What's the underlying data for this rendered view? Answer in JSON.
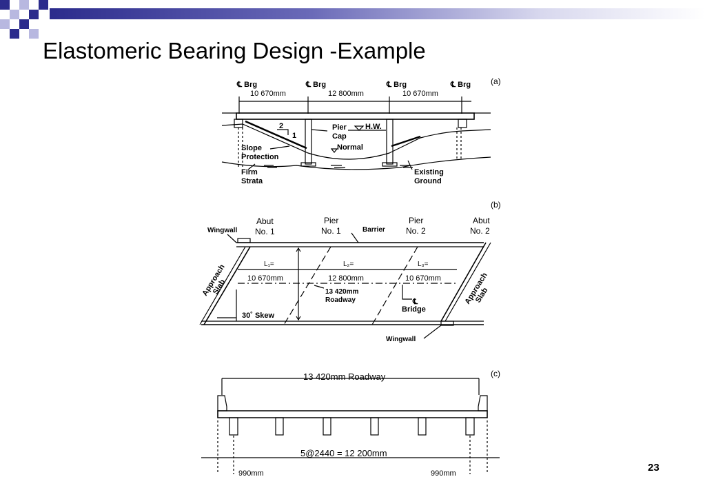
{
  "slide": {
    "title": "Elastomeric Bearing Design -Example",
    "page_number": "23",
    "colors": {
      "accent_dark": "#2b2b8c",
      "accent_light": "#b8b8e0"
    }
  },
  "figure_a": {
    "panel_label": "(a)",
    "brg_labels": [
      "℄ Brg",
      "℄ Brg",
      "℄ Brg",
      "℄ Brg"
    ],
    "spans": [
      "10 670mm",
      "12 800mm",
      "10 670mm"
    ],
    "slope_ratio": [
      "2",
      "1"
    ],
    "pier_cap": [
      "Pier",
      "Cap"
    ],
    "hw": "H.W.",
    "normal": "Normal",
    "slope_protection": [
      "Slope",
      "Protection"
    ],
    "firm_strata": [
      "Firm",
      "Strata"
    ],
    "existing_ground": [
      "Existing",
      "Ground"
    ]
  },
  "figure_b": {
    "panel_label": "(b)",
    "wingwall_top": "Wingwall",
    "abut1": [
      "Abut",
      "No. 1"
    ],
    "pier1": [
      "Pier",
      "No. 1"
    ],
    "barrier": "Barrier",
    "pier2": [
      "Pier",
      "No. 2"
    ],
    "abut2": [
      "Abut",
      "No. 2"
    ],
    "span_labels": [
      "L₁=",
      "L₂=",
      "L₃="
    ],
    "spans": [
      "10 670mm",
      "12 800mm",
      "10 670mm"
    ],
    "roadway": [
      "13 420mm",
      "Roadway"
    ],
    "bridge_cl": [
      "℄",
      "Bridge"
    ],
    "approach_left": [
      "Approach",
      "Slab"
    ],
    "approach_right": [
      "Approach",
      "Slab"
    ],
    "skew": "30˚ Skew",
    "wingwall_bottom": "Wingwall"
  },
  "figure_c": {
    "panel_label": "(c)",
    "roadway": "13 420mm Roadway",
    "girder_spacing": "5@2440 = 12 200mm",
    "overhang_left": "990mm",
    "overhang_right": "990mm"
  }
}
